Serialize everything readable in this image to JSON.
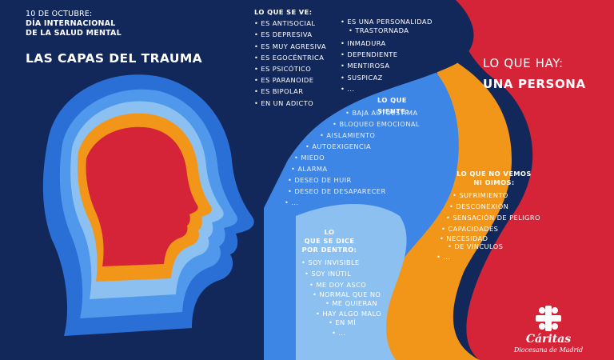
{
  "header": {
    "date": "10 DE OCTUBRE:",
    "day_line1": "DÍA INTERNACIONAL",
    "day_line2": "DE LA SALUD MENTAL",
    "title": "LAS CAPAS DEL TRAUMA"
  },
  "right": {
    "line1": "LO QUE HAY:",
    "line2": "UNA PERSONA"
  },
  "se_ve": {
    "heading": "LO QUE SE VE:",
    "col1": [
      "ES ANTISOCIAL",
      "ES DEPRESIVA",
      "ES MUY AGRESIVA",
      "ES EGOCÉNTRICA",
      "ES PSICÓTICO",
      "ES PARANOIDE",
      "ES BIPOLAR",
      "EN UN ADICTO"
    ],
    "col2": [
      "ES UNA PERSONALIDAD",
      "TRASTORNADA",
      "INMADURA",
      "DEPENDIENTE",
      "MENTIROSA",
      "SUSPICAZ",
      "..."
    ]
  },
  "siente": {
    "heading": "LO QUE SIENTE:",
    "items": [
      "BAJA AUTOESTIMA",
      "BLOQUEO EMOCIONAL",
      "AISLAMIENTO",
      "AUTOEXIGENCIA",
      "MIEDO",
      "ALARMA",
      "DESEO DE HUIR",
      "DESEO DE DESAPARECER",
      "..."
    ]
  },
  "no_vemos": {
    "heading1": "LO QUE NO VEMOS",
    "heading2": "NI OIMOS:",
    "items": [
      "SUFRIMIENTO",
      "DESCONEXIÓN",
      "SENSACIÓN DE PELIGRO",
      "CAPACIDADES",
      "NECESIDAD",
      "DE VÍNCULOS",
      "..."
    ]
  },
  "dentro": {
    "heading1": "LO",
    "heading2": "QUE SE DICE",
    "heading3": "POR DENTRO:",
    "items": [
      "SOY INVISIBLE",
      "SOY INÚTIL",
      "ME DOY ASCO",
      "NORMAL QUE NO",
      "ME QUIERAN",
      "HAY ALGO MALO",
      "EN MÍ",
      "..."
    ]
  },
  "logo": {
    "name": "Cáritas",
    "subtitle": "Diocesana de Madrid"
  },
  "colors": {
    "navy": "#12285a",
    "light_blue": "#3d86e6",
    "sky_blue": "#8cc0f0",
    "orange": "#f2961a",
    "red": "#d52438"
  }
}
